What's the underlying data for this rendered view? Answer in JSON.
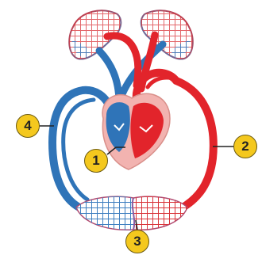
{
  "labels": {
    "one": "1",
    "two": "2",
    "three": "3",
    "four": "4"
  },
  "colors": {
    "oxygenated": "#e2242b",
    "deoxygenated": "#2f74b8",
    "capillary_red": "#d9343a",
    "capillary_blue": "#3f7fc0",
    "heart_tissue": "#f2b3b0",
    "callout_fill": "#f4c81e",
    "leader_line": "#222222"
  },
  "icons": {
    "heart": "heart-icon",
    "lungs": "lung-capillary-icon",
    "body_capillaries": "body-capillary-icon"
  }
}
